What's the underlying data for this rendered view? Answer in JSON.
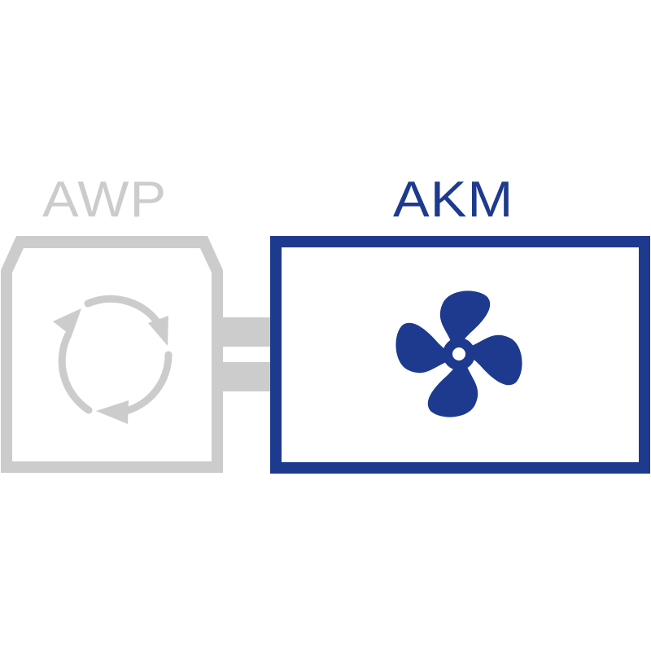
{
  "diagram": {
    "left_block": {
      "label": "AWP",
      "icon": "circular-arrows-icon",
      "color": "#cccccc",
      "state": "inactive"
    },
    "right_block": {
      "label": "AKM",
      "icon": "fan-icon",
      "color": "#1e3a8f",
      "state": "active"
    },
    "connector": {
      "color": "#cccccc",
      "lines": 2
    }
  }
}
